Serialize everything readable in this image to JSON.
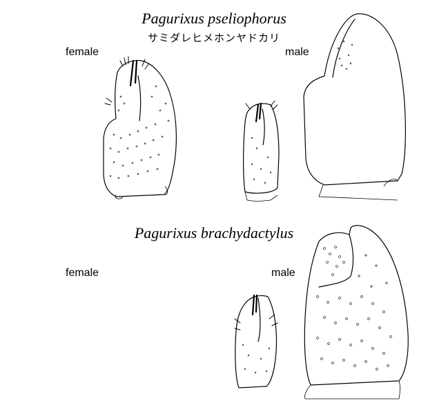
{
  "species": [
    {
      "name": "Pagurixus pseliophorus",
      "japanese_name": "サミダレヒメホンヤドカリ",
      "female_label": "female",
      "male_label": "male"
    },
    {
      "name": "Pagurixus brachydactylus",
      "female_label": "female",
      "male_label": "male"
    }
  ],
  "colors": {
    "ink": "#000000",
    "background": "#ffffff"
  }
}
